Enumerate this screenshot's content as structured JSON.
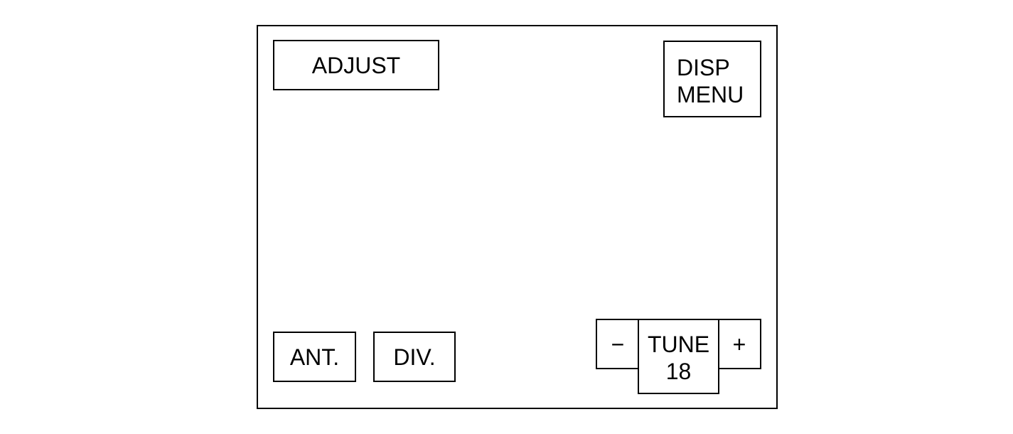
{
  "controls": {
    "adjust_label": "ADJUST",
    "disp_menu_line1": "DISP",
    "disp_menu_line2": "MENU",
    "ant_label": "ANT.",
    "div_label": "DIV.",
    "tune_minus_label": "−",
    "tune_plus_label": "+",
    "tune_label": "TUNE",
    "tune_value": "18"
  }
}
